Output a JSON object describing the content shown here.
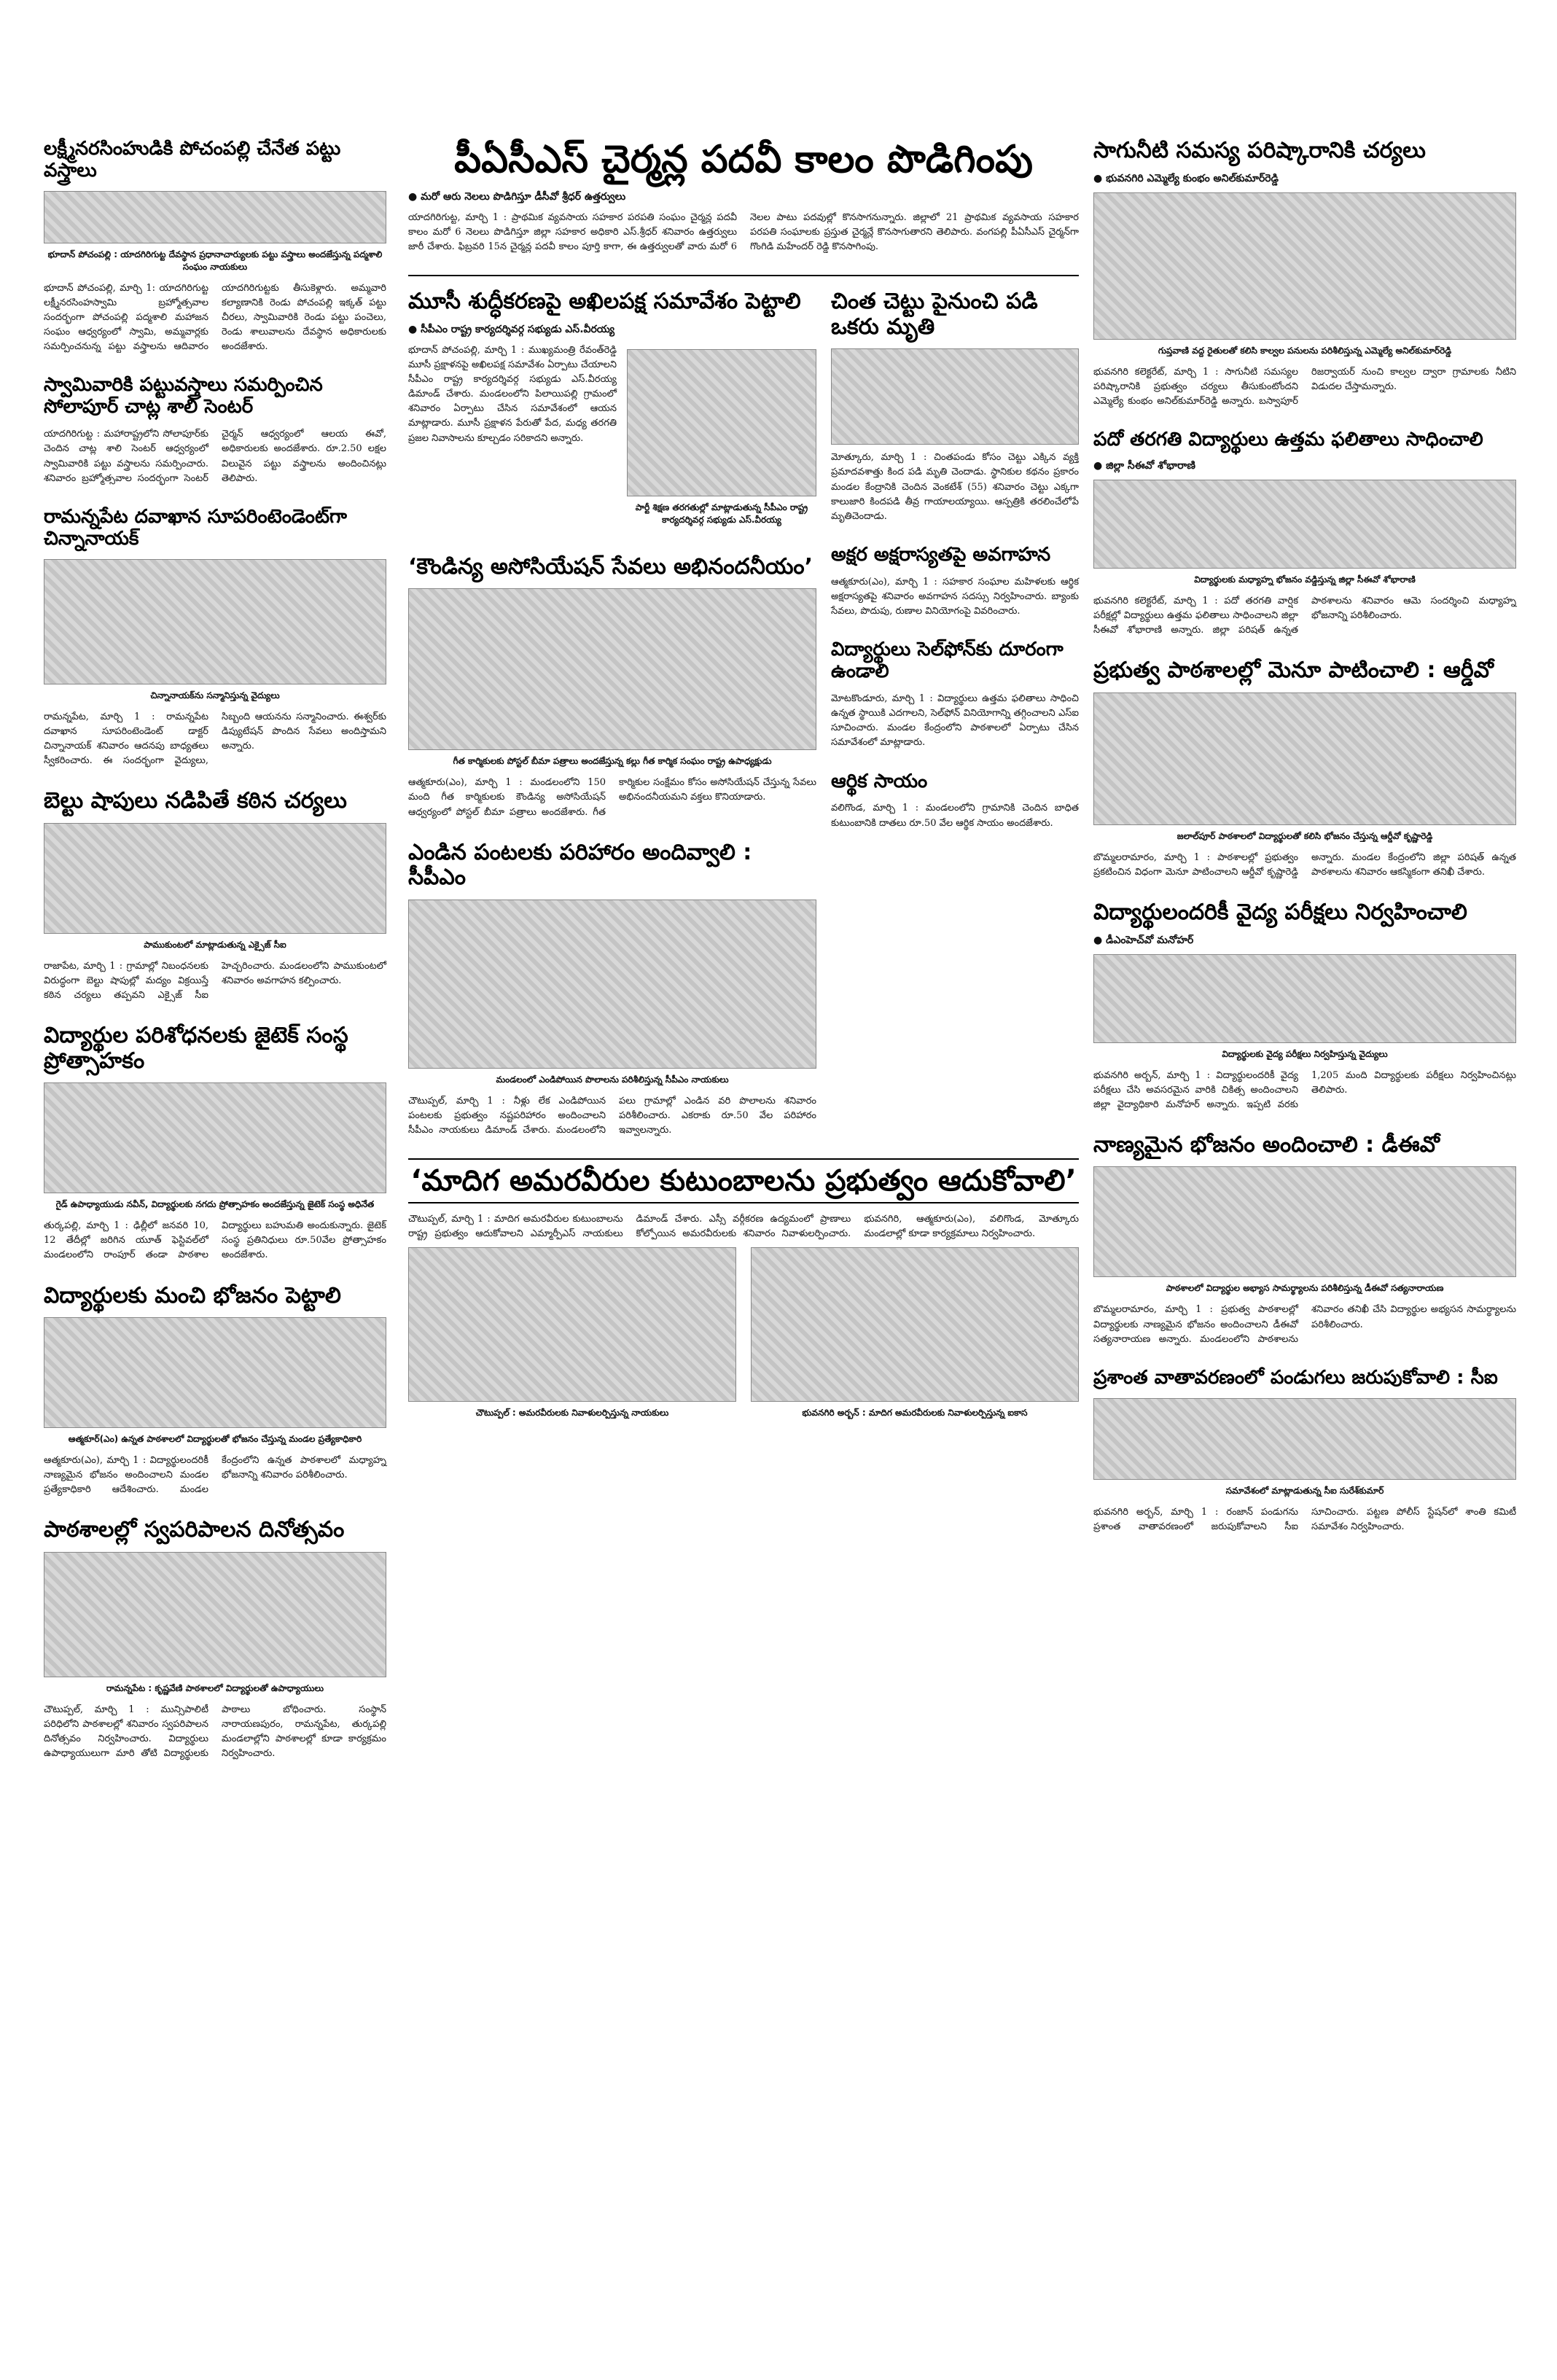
{
  "col1": [
    {
      "headline": "లక్ష్మీనరసింహుడికి పోచంపల్లి చేనేత పట్టు వస్త్రాలు",
      "size": "sm",
      "body": "భూదాన్ పోచంపల్లి, మార్చి 1: యాదగిరిగుట్ట లక్ష్మీనరసింహస్వామి బ్రహ్మోత్సవాల సందర్భంగా పోచంపల్లి పద్మశాలి మహాజన సంఘం ఆధ్వర్యంలో స్వామి, అమ్మవార్లకు సమర్పించనున్న పట్టు వస్త్రాలను ఆదివారం యాదగిరిగుట్టకు తీసుకెళ్లారు. అమ్మవారి కల్యాణానికి రెండు పోచంపల్లి ఇక్కత్ పట్టు చీరలు, స్వామివారికి రెండు పట్టు పంచెలు, రెండు శాలువాలను దేవస్థాన అధికారులకు అందజేశారు.",
      "photo_caption": "భూదాన్ పోచంపల్లి : యాదగిరిగుట్ట దేవస్థాన ప్రధానాచార్యులకు పట్టు వస్త్రాలు అందజేస్తున్న పద్మశాలి సంఘం నాయకులు",
      "photo_h": 70
    },
    {
      "headline": "స్వామివారికి పట్టువస్త్రాలు సమర్పించిన సోలాపూర్ చాట్ల శాలి సెంటర్",
      "size": "sm",
      "body": "యాదగిరిగుట్ట : మహారాష్ట్రలోని సోలాపూర్‌కు చెందిన చాట్ల శాలి సెంటర్ ఆధ్వర్యంలో స్వామివారికి పట్టు వస్త్రాలను సమర్పించారు. శనివారం బ్రహ్మోత్సవాల సందర్భంగా సెంటర్ చైర్మన్ ఆధ్వర్యంలో ఆలయ ఈవో, అధికారులకు అందజేశారు. రూ.2.50 లక్షల విలువైన పట్టు వస్త్రాలను అందించినట్లు తెలిపారు.",
      "photo_caption": "",
      "photo_h": 0
    },
    {
      "headline": "రామన్నపేట దవాఖాన సూపరింటెండెంట్‌గా చిన్నానాయక్",
      "size": "sm",
      "body": "రామన్నపేట, మార్చి 1 : రామన్నపేట దవాఖాన సూపరింటెండెంట్ డాక్టర్ చిన్నానాయక్ శనివారం ఆదనపు బాధ్యతలు స్వీకరించారు. ఈ సందర్భంగా వైద్యులు, సిబ్బంది ఆయనను సన్మానించారు. ఈశ్వర్‌కు డిప్యుటేషన్ పొందిన సేవలు అందిస్తామని అన్నారు.",
      "photo_caption": "చిన్నానాయక్‌ను సన్మానిస్తున్న వైద్యులు",
      "photo_h": 170
    },
    {
      "headline": "బెల్టు షాపులు నడిపితే కఠిన చర్యలు",
      "size": "md",
      "body": "రాజాపేట, మార్చి 1 : గ్రామాల్లో నిబంధనలకు విరుద్ధంగా బెల్టు షాపుల్లో మద్యం విక్రయిస్తే కఠిన చర్యలు తప్పవని ఎక్సైజ్ సీఐ హెచ్చరించారు. మండలంలోని పాముకుంటలో శనివారం అవగాహన కల్పించారు.",
      "photo_caption": "పాముకుంటలో మాట్లాడుతున్న ఎక్సైజ్ సీఐ",
      "photo_h": 150
    },
    {
      "headline": "విద్యార్థుల పరిశోధనలకు జైటెక్ సంస్థ ప్రోత్సాహకం",
      "size": "md",
      "body": "తుర్కపల్లి, మార్చి 1 : ఢిల్లీలో జనవరి 10, 12 తేదీల్లో జరిగిన యూత్ ఫెస్టివల్‌లో మండలంలోని రాంపూర్ తండా పాఠశాల విద్యార్థులు బహుమతి అందుకున్నారు. జైటెక్ సంస్థ ప్రతినిధులు రూ.50వేల ప్రోత్సాహకం అందజేశారు.",
      "photo_caption": "గైడ్ ఉపాధ్యాయుడు నవీన్, విద్యార్థులకు నగదు ప్రోత్సాహకం అందజేస్తున్న జైటెక్ సంస్థ అధినేత",
      "photo_h": 150
    },
    {
      "headline": "విద్యార్థులకు మంచి భోజనం పెట్టాలి",
      "size": "md",
      "body": "ఆత్మకూరు(ఎం), మార్చి 1 : విద్యార్థులందరికీ నాణ్యమైన భోజనం అందించాలని మండల ప్రత్యేకాధికారి ఆదేశించారు. మండల కేంద్రంలోని ఉన్నత పాఠశాలలో మధ్యాహ్న భోజనాన్ని శనివారం పరిశీలించారు.",
      "photo_caption": "ఆత్మకూర్(ఎం) ఉన్నత పాఠశాలలో విద్యార్థులతో భోజనం చేస్తున్న మండల ప్రత్యేకాధికారి",
      "photo_h": 150
    },
    {
      "headline": "పాఠశాలల్లో స్వపరిపాలన దినోత్సవం",
      "size": "md",
      "body": "చౌటుప్పల్, మార్చి 1 : మున్సిపాలిటీ పరిధిలోని పాఠశాలల్లో శనివారం స్వపరిపాలన దినోత్సవం నిర్వహించారు. విద్యార్థులు ఉపాధ్యాయులుగా మారి తోటి విద్యార్థులకు పాఠాలు బోధించారు. సంస్థాన్ నారాయణపురం, రామన్నపేట, తుర్కపల్లి మండలాల్లోని పాఠశాలల్లో కూడా కార్యక్రమం నిర్వహించారు.",
      "photo_caption": "రామన్నపేట : కృష్ణవేణి పాఠశాలలో విద్యార్థులతో ఉపాధ్యాయులు",
      "photo_h": 170
    }
  ],
  "col2": {
    "top_headline": "పీఏసీఎస్ చైర్మన్ల పదవీ కాలం పొడిగింపు",
    "top_sub": "మరో ఆరు నెలలు పొడిగిస్తూ డీసీవో శ్రీధర్ ఉత్తర్వులు",
    "top_body": "యాదగిరిగుట్ట, మార్చి 1 : ప్రాథమిక వ్యవసాయ సహకార పరపతి సంఘం చైర్మన్ల పదవీ కాలం మరో 6 నెలలు పొడిగిస్తూ జిల్లా సహకార అధికారి ఎస్.శ్రీధర్ శనివారం ఉత్తర్వులు జారీ చేశారు. ఫిబ్రవరి 15న చైర్మన్ల పదవీ కాలం పూర్తి కాగా, ఈ ఉత్తర్వులతో వారు మరో 6 నెలల పాటు పదవుల్లో కొనసాగనున్నారు. జిల్లాలో 21 ప్రాథమిక వ్యవసాయ సహకార పరపతి సంఘాలకు ప్రస్తుత చైర్మన్లే కొనసాగుతారని తెలిపారు. వంగపల్లి పీఏసీఎస్ చైర్మన్‌గా గొంగిడి మహేందర్ రెడ్డి కొనసాగింపు.",
    "musi_headline": "మూసీ శుద్ధీకరణపై అఖిలపక్ష సమావేశం పెట్టాలి",
    "musi_sub": "సీపీఎం రాష్ట్ర కార్యదర్శివర్గ సభ్యుడు ఎస్.వీరయ్య",
    "musi_body": "భూదాన్ పోచంపల్లి, మార్చి 1 : ముఖ్యమంత్రి రేవంత్‌రెడ్డి మూసీ ప్రక్షాళనపై అఖిలపక్ష సమావేశం ఏర్పాటు చేయాలని సీపీఎం రాష్ట్ర కార్యదర్శివర్గ సభ్యుడు ఎస్.వీరయ్య డిమాండ్ చేశారు. మండలంలోని పిలాయిపల్లి గ్రామంలో శనివారం ఏర్పాటు చేసిన సమావేశంలో ఆయన మాట్లాడారు. మూసీ ప్రక్షాళన పేరుతో పేద, మధ్య తరగతి ప్రజల నివాసాలను కూల్చడం సరికాదని అన్నారు.",
    "musi_caption": "పార్టీ శిక్షణ తరగతుల్లో మాట్లాడుతున్న సీపీఎం రాష్ట్ర కార్యదర్శివర్గ సభ్యుడు ఎస్.వీరయ్య",
    "tree_headline": "చింత చెట్టు పైనుంచి పడి ఒకరు మృతి",
    "tree_body": "మోత్కూరు, మార్చి 1 : చింతపండు కోసం చెట్టు ఎక్కిన వ్యక్తి ప్రమాదవశాత్తు కింద పడి మృతి చెందాడు. స్థానికుల కథనం ప్రకారం మండల కేంద్రానికి చెందిన వెంకటేశ్ (55) శనివారం చెట్టు ఎక్కగా కాలుజారి కిందపడి తీవ్ర గాయాలయ్యాయి. ఆస్పత్రికి తరలించేలోపే మృతిచెందాడు.",
    "kaund_headline": "‘కౌండిన్య అసోసియేషన్ సేవలు అభినందనీయం’",
    "kaund_caption": "గీత కార్మికులకు పోస్టల్ బీమా పత్రాలు అందజేస్తున్న కల్లు గీత కార్మిక సంఘం రాష్ట్ర ఉపాధ్యక్షుడు",
    "kaund_body": "ఆత్మకూరు(ఎం), మార్చి 1 : మండలంలోని 150 మంది గీత కార్మికులకు కౌండిన్య అసోసియేషన్ ఆధ్వర్యంలో పోస్టల్ బీమా పత్రాలు అందజేశారు. గీత కార్మికుల సంక్షేమం కోసం అసోసియేషన్ చేస్తున్న సేవలు అభినందనీయమని వక్తలు కొనియాడారు.",
    "lit_headline": "అక్షర అక్షరాస్యతపై అవగాహన",
    "lit_body": "ఆత్మకూరు(ఎం), మార్చి 1 : సహకార సంఘాల మహిళలకు ఆర్థిక అక్షరాస్యతపై శనివారం అవగాహన సదస్సు నిర్వహించారు. బ్యాంకు సేవలు, పొదుపు, రుణాల వినియోగంపై వివరించారు.",
    "phone_headline": "విద్యార్థులు సెల్‌ఫోన్‌కు దూరంగా ఉండాలి",
    "phone_body": "మోటకొండూరు, మార్చి 1 : విద్యార్థులు ఉత్తమ ఫలితాలు సాధించి ఉన్నత స్థాయికి ఎదగాలని, సెల్‌ఫోన్ వినియోగాన్ని తగ్గించాలని ఎస్‌ఐ సూచించారు. మండల కేంద్రంలోని పాఠశాలలో ఏర్పాటు చేసిన సమావేశంలో మాట్లాడారు.",
    "crop_headline": "ఎండిన పంటలకు పరిహారం అందివ్వాలి : సీపీఎం",
    "crop_caption": "మండలంలో ఎండిపోయిన పొలాలను పరిశీలిస్తున్న సీపీఎం నాయకులు",
    "crop_body": "చౌటుప్పల్, మార్చి 1 : నీళ్లు లేక ఎండిపోయిన పంటలకు ప్రభుత్వం నష్టపరిహారం అందించాలని సీపీఎం నాయకులు డిమాండ్ చేశారు. మండలంలోని పలు గ్రామాల్లో ఎండిన వరి పొలాలను శనివారం పరిశీలించారు. ఎకరాకు రూ.50 వేల పరిహారం ఇవ్వాలన్నారు.",
    "aid_headline": "ఆర్థిక సాయం",
    "aid_body": "వలిగొండ, మార్చి 1 : మండలంలోని గ్రామానికి చెందిన బాధిత కుటుంబానికి దాతలు రూ.50 వేల ఆర్థిక సాయం అందజేశారు.",
    "madiga_headline": "‘మాదిగ అమరవీరుల కుటుంబాలను ప్రభుత్వం ఆదుకోవాలి’",
    "madiga_body": "చౌటుప్పల్, మార్చి 1 : మాదిగ అమరవీరుల కుటుంబాలను రాష్ట్ర ప్రభుత్వం ఆదుకోవాలని ఎమ్మార్పీఎస్ నాయకులు డిమాండ్ చేశారు. ఎస్సీ వర్గీకరణ ఉద్యమంలో ప్రాణాలు కోల్పోయిన అమరవీరులకు శనివారం నివాళులర్పించారు. భువనగిరి, ఆత్మకూరు(ఎం), వలిగొండ, మోత్కూరు మండలాల్లో కూడా కార్యక్రమాలు నిర్వహించారు.",
    "madiga_caption_left": "చౌటుప్పల్ : అమరవీరులకు నివాళులర్పిస్తున్న నాయకులు",
    "madiga_caption_right": "భువనగిరి అర్బన్ : మాదిగ అమరవీరులకు నివాళులర్పిస్తున్న ఐకాస"
  },
  "col3": [
    {
      "headline": "సాగునీటి సమస్య పరిష్కారానికి చర్యలు",
      "size": "md",
      "sub": "భువనగిరి ఎమ్మెల్యే కుంభం అనిల్‌కుమార్‌రెడ్డి",
      "body": "భువనగిరి కలెక్టరేట్, మార్చి 1 : సాగునీటి సమస్యల పరిష్కారానికి ప్రభుత్వం చర్యలు తీసుకుంటోందని ఎమ్మెల్యే కుంభం అనిల్‌కుమార్‌రెడ్డి అన్నారు. బస్వాపూర్ రిజర్వాయర్ నుంచి కాల్వల ద్వారా గ్రామాలకు నీటిని విడుదల చేస్తామన్నారు.",
      "photo_caption": "గుప్తవాణి వద్ద రైతులతో కలిసి కాల్వల పనులను పరిశీలిస్తున్న ఎమ్మెల్యే అనిల్‌కుమార్‌రెడ్డి",
      "photo_h": 200
    },
    {
      "headline": "పదో తరగతి విద్యార్థులు ఉత్తమ ఫలితాలు సాధించాలి",
      "size": "sm",
      "sub": "జిల్లా సీఈవో శోభారాణి",
      "body": "భువనగిరి కలెక్టరేట్, మార్చి 1 : పదో తరగతి వార్షిక పరీక్షల్లో విద్యార్థులు ఉత్తమ ఫలితాలు సాధించాలని జిల్లా సీఈవో శోభారాణి అన్నారు. జిల్లా పరిషత్ ఉన్నత పాఠశాలను శనివారం ఆమె సందర్శించి మధ్యాహ్న భోజనాన్ని పరిశీలించారు.",
      "photo_caption": "విద్యార్థులకు మధ్యాహ్న భోజనం వడ్డిస్తున్న జిల్లా సీఈవో శోభారాణి",
      "photo_h": 120
    },
    {
      "headline": "ప్రభుత్వ పాఠశాలల్లో మెనూ పాటించాలి : ఆర్డీవో",
      "size": "md",
      "sub": "",
      "body": "బొమ్మలరామారం, మార్చి 1 : పాఠశాలల్లో ప్రభుత్వం ప్రకటించిన విధంగా మెనూ పాటించాలని ఆర్డీవో కృష్ణారెడ్డి అన్నారు. మండల కేంద్రంలోని జిల్లా పరిషత్ ఉన్నత పాఠశాలను శనివారం ఆకస్మికంగా తనిఖీ చేశారు.",
      "photo_caption": "జలాల్‌పూర్ పాఠశాలలో విద్యార్థులతో కలిసి భోజనం చేస్తున్న ఆర్డీవో కృష్ణారెడ్డి",
      "photo_h": 180
    },
    {
      "headline": "విద్యార్థులందరికీ వైద్య పరీక్షలు నిర్వహించాలి",
      "size": "md",
      "sub": "డీఎంహెచ్‌వో మనోహర్",
      "body": "భువనగిరి అర్బన్, మార్చి 1 : విద్యార్థులందరికీ వైద్య పరీక్షలు చేసి అవసరమైన వారికి చికిత్స అందించాలని జిల్లా వైద్యాధికారి మనోహర్ అన్నారు. ఇప్పటి వరకు 1,205 మంది విద్యార్థులకు పరీక్షలు నిర్వహించినట్లు తెలిపారు.",
      "photo_caption": "విద్యార్థులకు వైద్య పరీక్షలు నిర్వహిస్తున్న వైద్యులు",
      "photo_h": 120
    },
    {
      "headline": "నాణ్యమైన భోజనం అందించాలి : డీఈవో",
      "size": "md",
      "sub": "",
      "body": "బొమ్మలరామారం, మార్చి 1 : ప్రభుత్వ పాఠశాలల్లో విద్యార్థులకు నాణ్యమైన భోజనం అందించాలని డీఈవో సత్యనారాయణ అన్నారు. మండలంలోని పాఠశాలను శనివారం తనిఖీ చేసి విద్యార్థుల అభ్యసన సామర్థ్యాలను పరిశీలించారు.",
      "photo_caption": "పాఠశాలలో విద్యార్థుల అభ్యాస సామర్థ్యాలను పరిశీలిస్తున్న డీఈవో సత్యనారాయణ",
      "photo_h": 150
    },
    {
      "headline": "ప్రశాంత వాతావరణంలో పండుగలు జరుపుకోవాలి : సీఐ",
      "size": "sm",
      "sub": "",
      "body": "భువనగిరి అర్బన్, మార్చి 1 : రంజాన్ పండుగను ప్రశాంత వాతావరణంలో జరుపుకోవాలని సీఐ సూచించారు. పట్టణ పోలీస్ స్టేషన్‌లో శాంతి కమిటీ సమావేశం నిర్వహించారు.",
      "photo_caption": "సమావేశంలో మాట్లాడుతున్న సీఐ సురేశ్‌కుమార్",
      "photo_h": 110
    }
  ]
}
